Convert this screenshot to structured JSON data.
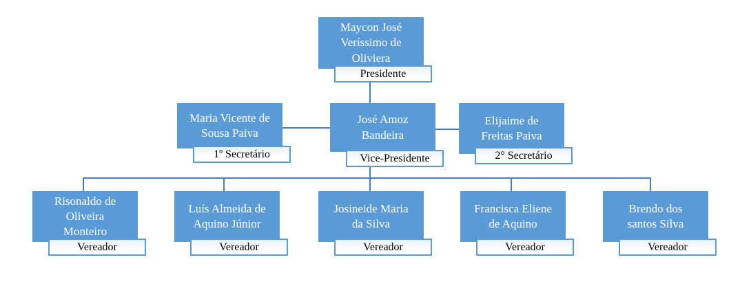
{
  "colors": {
    "page_bg": "#ffffff",
    "box_fill": "#5b9bd5",
    "box_text": "#ffffff",
    "connector": "#4a7ebb",
    "label_border": "#5b9bd5",
    "label_text": "#000000",
    "label_bg_top": "#e9f1f9",
    "label_bg_bottom": "#ffffff"
  },
  "org": {
    "president": {
      "name": "Maycon José\nVeríssimo de\nOliviera",
      "role": "Presidente"
    },
    "vice_president": {
      "name": "José Amoz\nBandeira",
      "role": "Vice-Presidente"
    },
    "first_secretary": {
      "name": "Maria Vicente de\nSousa Paiva",
      "role": "1º Secretário"
    },
    "second_secretary": {
      "name": "Elijaime de\nFreitas Paiva",
      "role": "2° Secretário"
    },
    "vereadores": [
      {
        "name": "Risonaldo de\nOliveira\nMonteiro",
        "role": "Vereador"
      },
      {
        "name": "Luís Almeida de\nAquino Júnior",
        "role": "Vereador"
      },
      {
        "name": "Josineide Maria\nda Silva",
        "role": "Vereador"
      },
      {
        "name": "Francisca Eliene\nde Aquino",
        "role": "Vereador"
      },
      {
        "name": "Brendo dos\nsantos Silva",
        "role": "Vereador"
      }
    ]
  }
}
